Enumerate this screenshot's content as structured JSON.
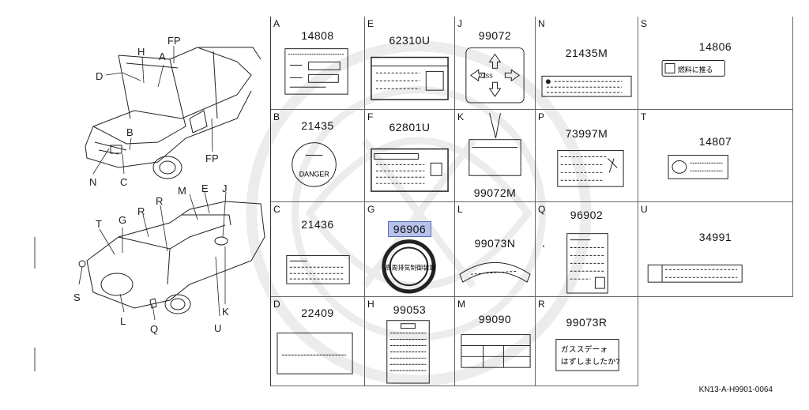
{
  "car_labels": {
    "D": "D",
    "H": "H",
    "A": "A",
    "FP_top": "FP",
    "B": "B",
    "N": "N",
    "C": "C",
    "FP_side": "FP",
    "M": "M",
    "E": "E",
    "J": "J",
    "T": "T",
    "G": "G",
    "R1": "R",
    "R2": "R",
    "S": "S",
    "L": "L",
    "Q": "Q",
    "U": "U",
    "K": "K"
  },
  "cells": [
    {
      "letter": "A",
      "number": "14808"
    },
    {
      "letter": "E",
      "number": "62310U"
    },
    {
      "letter": "J",
      "number": "99072"
    },
    {
      "letter": "N",
      "number": "21435M"
    },
    {
      "letter": "S",
      "number": "14806"
    },
    {
      "letter": "B",
      "number": "21435"
    },
    {
      "letter": "F",
      "number": "62801U"
    },
    {
      "letter": "K",
      "number": "99072M"
    },
    {
      "letter": "P",
      "number": "73997M"
    },
    {
      "letter": "T",
      "number": "14807"
    },
    {
      "letter": "C",
      "number": "21436"
    },
    {
      "letter": "G",
      "number": "96906"
    },
    {
      "letter": "L",
      "number": "99073N"
    },
    {
      "letter": "Q",
      "number": "96902"
    },
    {
      "letter": "U",
      "number": "34991"
    },
    {
      "letter": "D",
      "number": "22409"
    },
    {
      "letter": "H",
      "number": "99053"
    },
    {
      "letter": "M",
      "number": "99090"
    },
    {
      "letter": "R",
      "number": "99073R"
    },
    {
      "letter": "",
      "number": ""
    }
  ],
  "label_texts": {
    "danger": "DANGER",
    "pzss": "PZSS",
    "s_text": "燃料に推る",
    "g_text": "高周排気制御装置",
    "r_line1": "ガススデーォ",
    "r_line2": "はずしましたか?"
  },
  "footer_code": "KN13-A-H9901-0064"
}
